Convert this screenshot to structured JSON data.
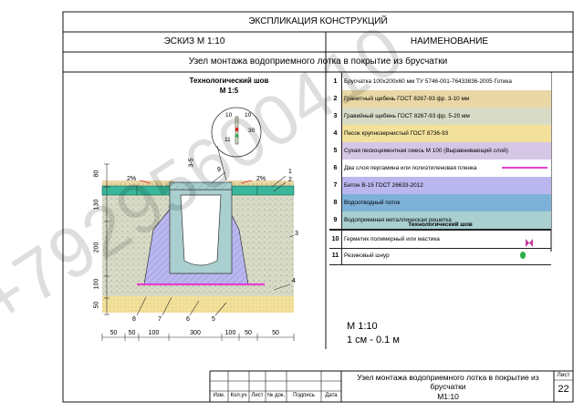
{
  "header": {
    "title": "ЭКСПЛИКАЦИЯ КОНСТРУКЦИЙ",
    "sketch": "ЭСКИЗ М 1:10",
    "naming": "НАИМЕНОВАНИЕ",
    "subtitle": "Узел монтажа водоприемного лотка в покрытие из брусчатки"
  },
  "drawing": {
    "title": "Технологический шов",
    "scale": "М 1:5",
    "slope_left": "2%",
    "slope_right": "2%",
    "gap": "3-5",
    "detail_labels": [
      "10",
      "10",
      "30",
      "11"
    ],
    "vertical_dims": [
      "80",
      "130",
      "200",
      "100",
      "50"
    ],
    "bottom_dims": [
      "50",
      "50",
      "100",
      "300",
      "100",
      "50",
      "50"
    ],
    "callouts": [
      "9",
      "1",
      "2",
      "3",
      "4",
      "5",
      "6",
      "7",
      "8"
    ]
  },
  "legend": {
    "items": [
      {
        "num": "1",
        "text": "Брусчатка 100х200х60 мм ТУ 5746-001-76433836-2005 Готика",
        "color": "#ffffff"
      },
      {
        "num": "2",
        "text": "Гранитный щебень ГОСТ 8267-93 фр. 3-10 мм",
        "color": "#e9d8a6"
      },
      {
        "num": "3",
        "text": "Гравийный щебень ГОСТ 8267-93 фр. 5-20 мм",
        "color": "#d8dcc6"
      },
      {
        "num": "4",
        "text": "Песок крупнозернистый ГОСТ 8736-93",
        "color": "#f3e19b"
      },
      {
        "num": "5",
        "text": "Сухая пескоцементная смесь М 100 (Выравнивающий слой)",
        "color": "#d6c6e6"
      },
      {
        "num": "6",
        "text": "Два слоя пергамина или полиэтиленовая пленка",
        "color": "#ffffff"
      },
      {
        "num": "7",
        "text": "Бетон В-15 ГОСТ 26633-2012",
        "color": "#b9b7ee"
      },
      {
        "num": "8",
        "text": "Водоотводный поток",
        "color": "#7db1d8"
      },
      {
        "num": "9",
        "text": "Водоприемная металлическая решетка",
        "color": "#a9cfd0"
      }
    ],
    "joint_title": "Технологический шов",
    "joint_items": [
      {
        "num": "10",
        "text": "Герметик полимерный или мастика",
        "symbol": "bowtie"
      },
      {
        "num": "11",
        "text": "Резиновый шнур",
        "symbol": "oval"
      }
    ]
  },
  "scale_note": {
    "line1": "М 1:10",
    "line2": "1 см - 0.1 м"
  },
  "title_block": {
    "columns": [
      "Изм.",
      "Кол.уч",
      "Лист",
      "№ док.",
      "Подпись",
      "Дата"
    ],
    "description": "Узел монтажа водоприемного лотка в покрытие из брусчатки",
    "scale": "М1:10",
    "sheet_label": "Лист",
    "sheet_number": "22"
  },
  "watermark": "+79295600410",
  "colors": {
    "pink_film": "#e33fd0",
    "tile": "#3ab79a",
    "grate": "#5fb0c6"
  }
}
